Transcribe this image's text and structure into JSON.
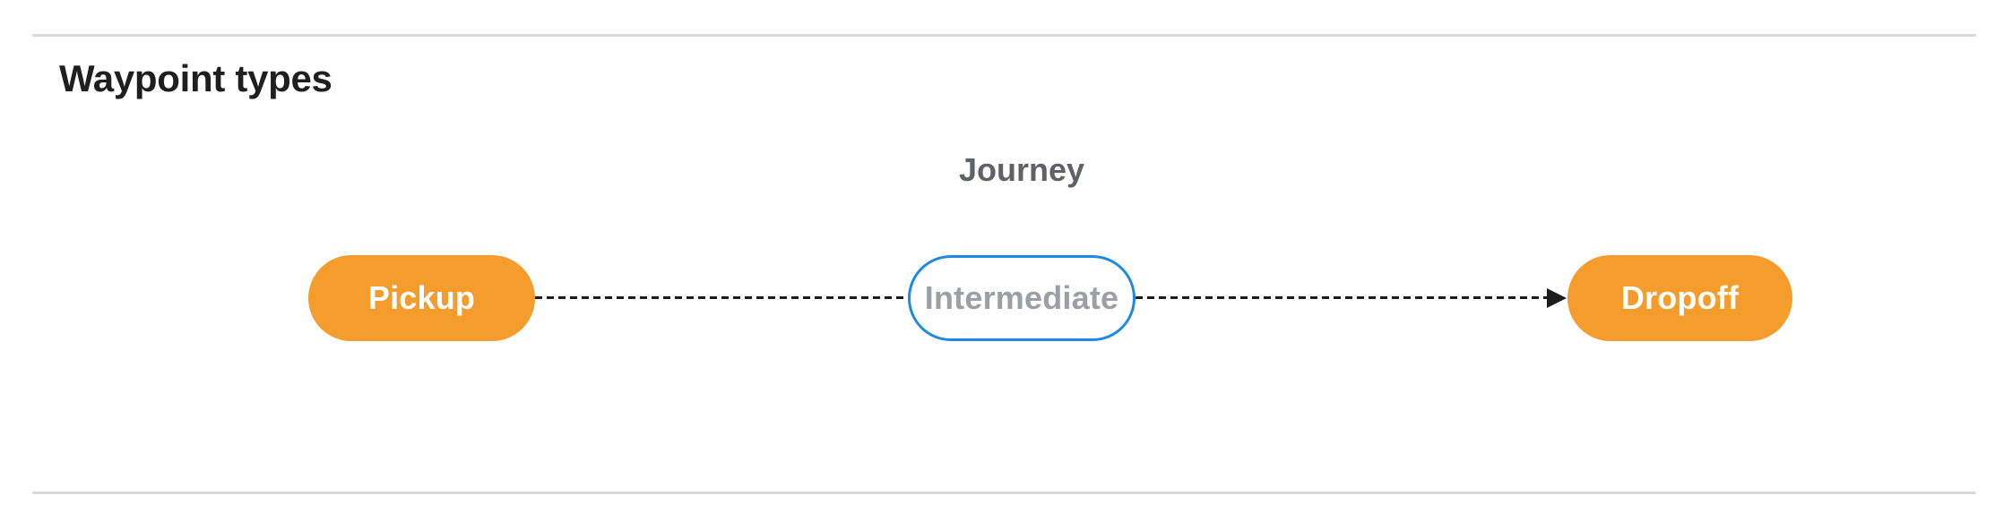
{
  "section": {
    "title": "Waypoint types"
  },
  "diagram": {
    "label": "Journey",
    "nodes": [
      {
        "id": "pickup",
        "label": "Pickup",
        "kind": "endpoint"
      },
      {
        "id": "intermediate",
        "label": "Intermediate",
        "kind": "intermediate"
      },
      {
        "id": "dropoff",
        "label": "Dropoff",
        "kind": "endpoint"
      }
    ],
    "arrowhead": "right-arrow-into-dropoff"
  },
  "theme": {
    "endpoint-fill": "#F49C2C",
    "endpoint-text": "#FFFFFF",
    "intermediate-border": "#1E88E5",
    "intermediate-text": "#9AA0A6",
    "connector-color": "#1C1C1C",
    "journey-label-color": "#5F6368",
    "title-color": "#1F1F1F",
    "divider-color": "#D9D9DB"
  }
}
